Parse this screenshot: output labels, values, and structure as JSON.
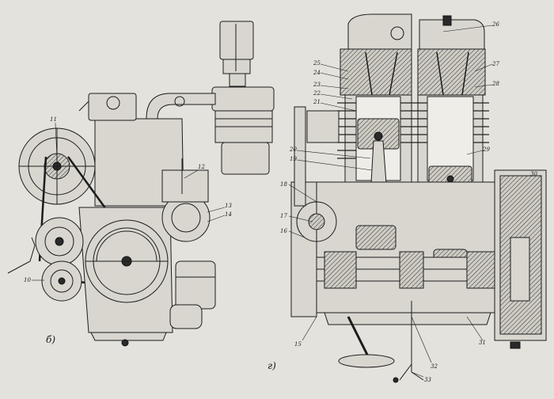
{
  "figure": {
    "left_view": {
      "caption": "б)",
      "callouts": [
        "11",
        "12",
        "13",
        "14",
        "10"
      ]
    },
    "right_view": {
      "caption": "г)",
      "callouts": [
        "26",
        "27",
        "28",
        "25",
        "24",
        "23",
        "22",
        "21",
        "20",
        "19",
        "29",
        "30",
        "18",
        "17",
        "16",
        "15",
        "31",
        "32",
        "33"
      ]
    }
  }
}
